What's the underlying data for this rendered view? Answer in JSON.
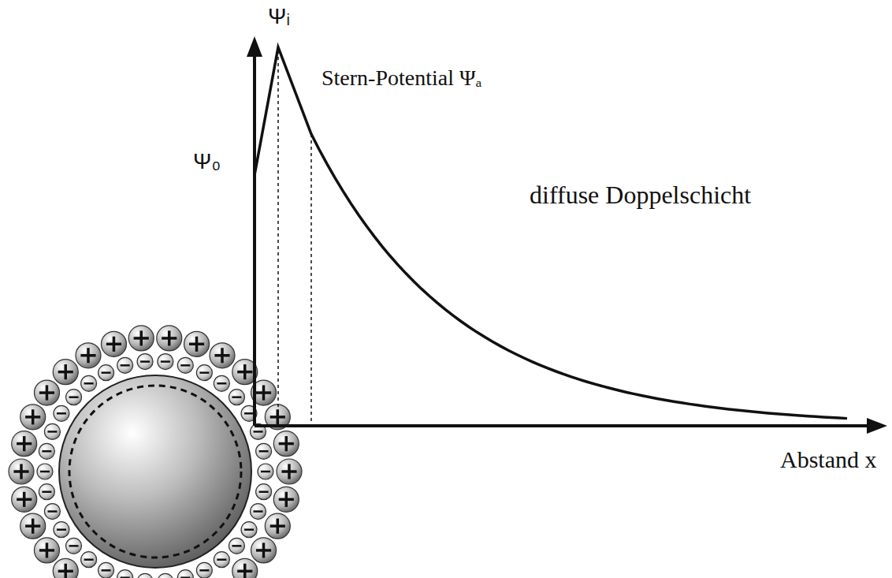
{
  "diagram": {
    "labels": [
      "Ψᵢ",
      "Stern-Potential Ψₐ",
      "Ψ₀",
      "diffuse Doppelschicht",
      "Abstand x"
    ]
  }
}
